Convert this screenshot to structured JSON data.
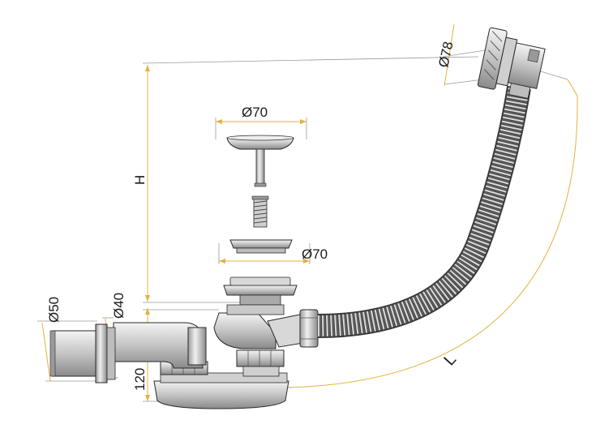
{
  "labels": {
    "d70_top": "Ø70",
    "d70_mid": "Ø70",
    "d78": "Ø78",
    "d50": "Ø50",
    "d40": "Ø40",
    "h": "H",
    "l": "L",
    "h120": "120"
  },
  "colors": {
    "dim_line": "#e3b23c",
    "thin_line": "#9a9a9a",
    "outline": "#2a2a2a",
    "metal_light": "#e6e6e6",
    "metal_mid": "#b8b8b8",
    "metal_dark": "#6e6e6e",
    "hose": "#555555"
  }
}
